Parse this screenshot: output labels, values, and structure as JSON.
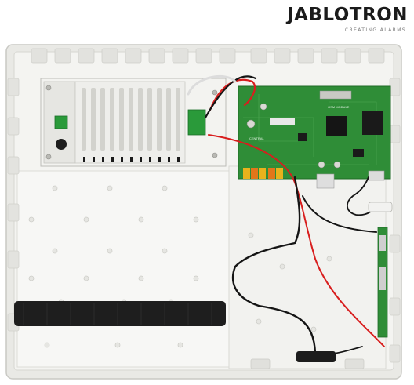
{
  "brand": {
    "name": "JABLOTRON",
    "tagline": "CREATING ALARMS"
  },
  "photo": {
    "pcb_labels": [
      "GSM MODULE",
      "CENTRAL"
    ]
  },
  "colors": {
    "housing": "#efefec",
    "housing_shadow": "#cfcfcb",
    "pcb": "#2f8d37",
    "wire_red": "#d81e1e",
    "wire_black": "#151515",
    "terminal_yellow": "#e8b21c",
    "terminal_orange": "#e2761a",
    "logo_text": "#1b1b1b"
  }
}
